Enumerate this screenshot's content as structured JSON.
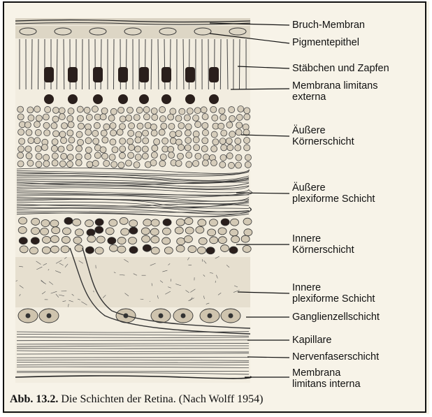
{
  "labels": {
    "bruch": "Bruch-Membran",
    "pigment": "Pigmentepithel",
    "staebchen": "Stäbchen und Zapfen",
    "limitans_ext_1": "Membrana limitans",
    "limitans_ext_2": "externa",
    "aeussere_koerner_1": "Äußere",
    "aeussere_koerner_2": "Körnerschicht",
    "aeussere_plex_1": "Äußere",
    "aeussere_plex_2": "plexiforme Schicht",
    "innere_koerner_1": "Innere",
    "innere_koerner_2": "Körnerschicht",
    "innere_plex_1": "Innere",
    "innere_plex_2": "plexiforme Schicht",
    "ganglien": "Ganglienzellschicht",
    "kapillare": "Kapillare",
    "nervenfaser": "Nervenfaserschicht",
    "limitans_int_1": "Membrana",
    "limitans_int_2": "limitans interna"
  },
  "caption": {
    "number": "Abb. 13.2.",
    "text": "Die Schichten der Retina. (Nach Wolff 1954)"
  }
}
